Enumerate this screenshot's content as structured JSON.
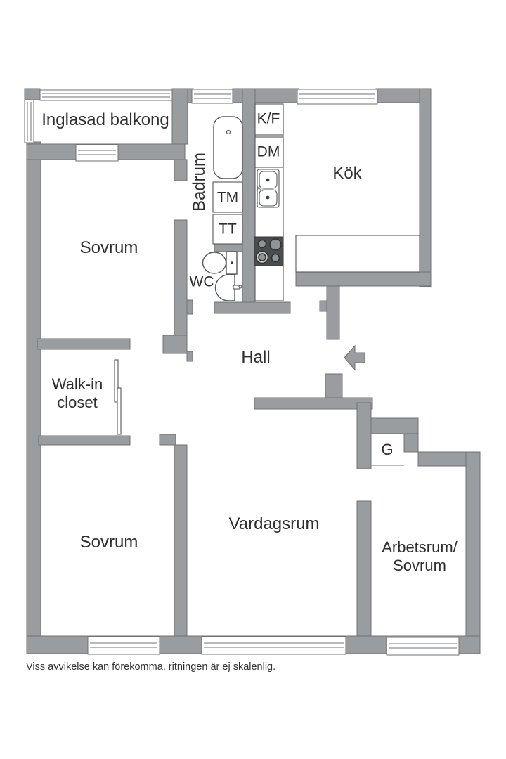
{
  "plan": {
    "rooms": {
      "balcony": "Inglasad balkong",
      "bedroom_top": "Sovrum",
      "bathroom": "Badrum",
      "wc": "WC",
      "kitchen": "Kök",
      "hall": "Hall",
      "walk_in_line1": "Walk-in",
      "walk_in_line2": "closet",
      "living_room": "Vardagsrum",
      "bedroom_bottom": "Sovrum",
      "office_line1": "Arbetsrum/",
      "office_line2": "Sovrum",
      "wardrobe": "G"
    },
    "appliances": {
      "fridge_freezer": "K/F",
      "dishwasher": "DM",
      "washing_machine": "TM",
      "dryer": "TT"
    },
    "icons": {
      "entrance_arrow": "arrow-left",
      "bathtub": "bathtub",
      "toilet": "toilet",
      "wash_basin": "wash-basin",
      "kitchen_sink": "double-sink",
      "stove": "4-burner-stove"
    },
    "footer_note": "Viss avvikelse kan förekomma, ritningen är ej skalenlig.",
    "colors": {
      "wall": "#9a9da0",
      "wall_outline": "#6e7276",
      "text": "#2d2e2f",
      "stove": "#4a4c4e",
      "background": "#ffffff"
    }
  }
}
